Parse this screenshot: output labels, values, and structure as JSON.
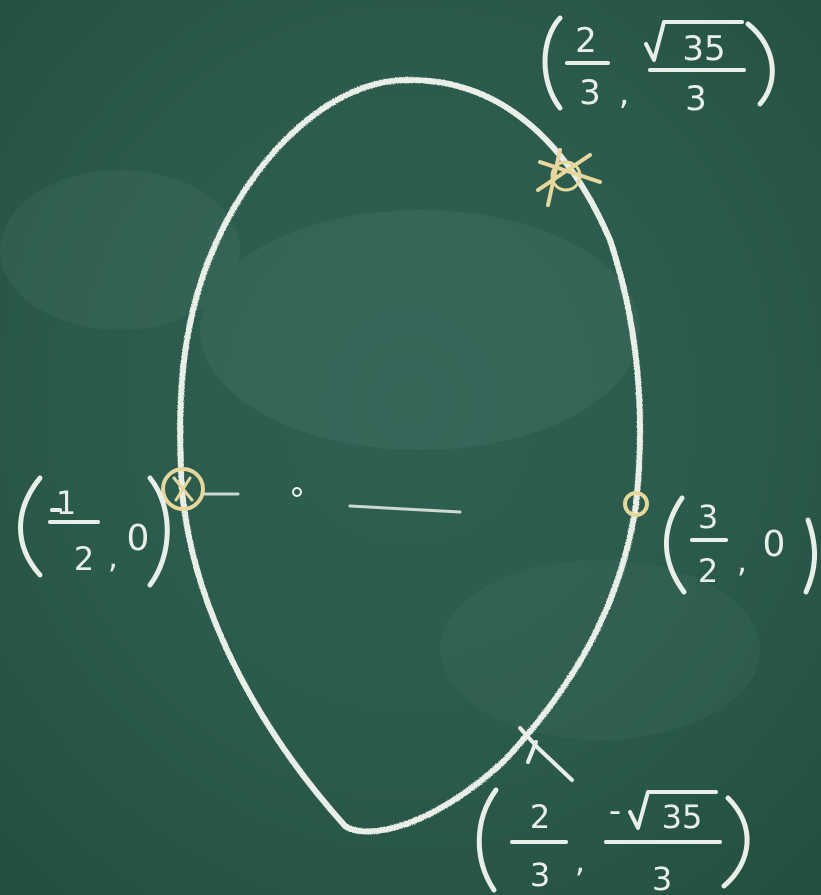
{
  "scene": {
    "description_kind": "chalkboard-photo",
    "colors": {
      "board": "#2b5a4d",
      "chalk_white": "#e9efe8",
      "chalk_yellow": "#e7d79a"
    }
  },
  "labels": {
    "top_right": {
      "num": "2",
      "den": "3",
      "rad": "35",
      "rad_den": "3"
    },
    "bottom_right": {
      "num": "2",
      "den": "3",
      "rad": "35",
      "rad_den": "3",
      "sign": "-"
    },
    "left": {
      "num": "1",
      "den": "2",
      "y": "0",
      "sign": "-"
    },
    "right": {
      "num": "3",
      "den": "2",
      "y": "0"
    }
  }
}
